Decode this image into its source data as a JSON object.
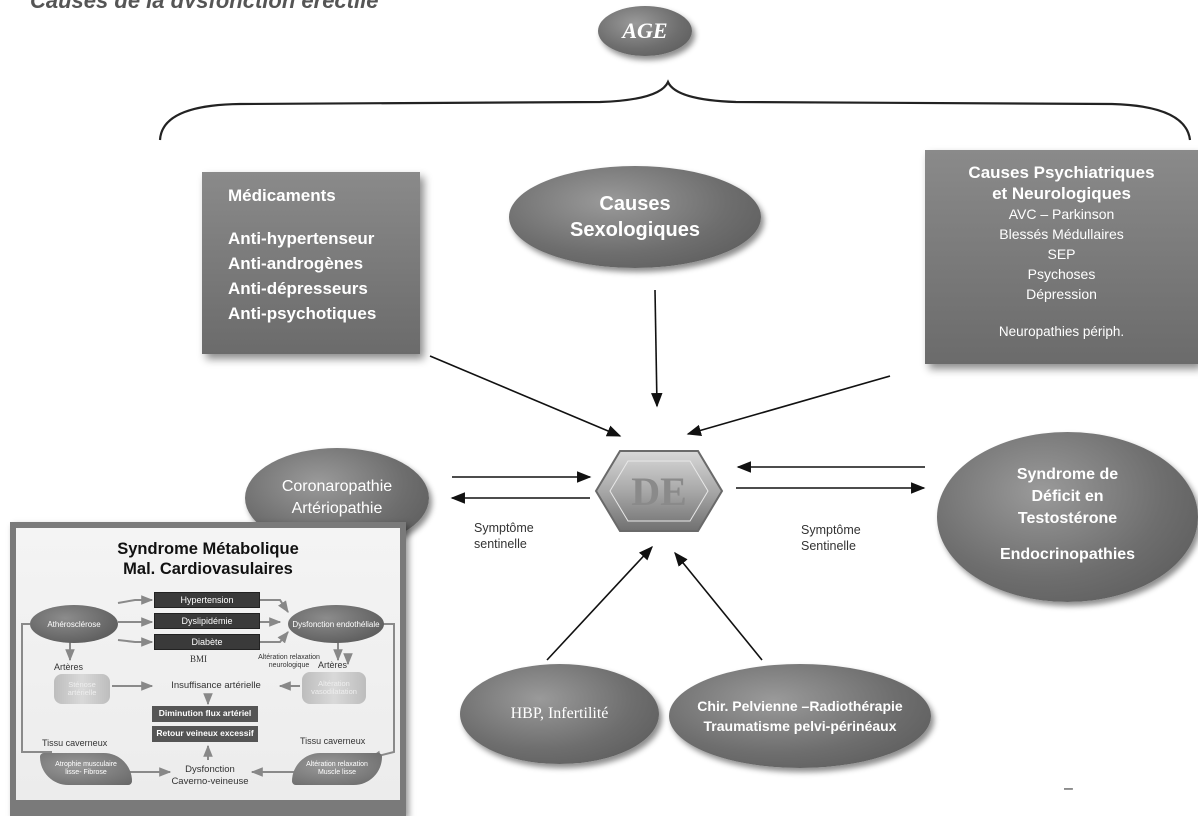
{
  "top_clipped_text": "Causes de la dysfonction érectile",
  "age": "AGE",
  "medicaments": {
    "title": "Médicaments",
    "items": [
      "Anti-hypertenseur",
      "Anti-androgènes",
      "Anti-dépresseurs",
      "Anti-psychotiques"
    ]
  },
  "sexologiques": [
    "Causes",
    "Sexologiques"
  ],
  "psychiatriques": {
    "title": [
      "Causes Psychiatriques",
      "et  Neurologiques"
    ],
    "items": [
      "AVC – Parkinson",
      "Blessés Médullaires",
      "SEP",
      "Psychoses",
      "Dépression"
    ],
    "last": "Neuropathies  périph."
  },
  "center": "DE",
  "coronaropathie": [
    "Coronaropathie",
    "Artériopathie"
  ],
  "syndrome_testo": [
    "Syndrome de",
    "Déficit en",
    "Testostérone"
  ],
  "endocrinopathies": "Endocrinopathies",
  "sentinel_left": [
    "Symptôme",
    "sentinelle"
  ],
  "sentinel_right": [
    "Symptôme",
    "Sentinelle"
  ],
  "hbp": "HBP, Infertilité",
  "chir": [
    "Chir. Pelvienne –Radiothérapie",
    "Traumatisme pelvi-périnéaux"
  ],
  "dash": "–",
  "metabolic": {
    "title1": "Syndrome Métabolique",
    "title2": "Mal. Cardiovasulaires",
    "athero": "Athérosclérose",
    "dysf_endo": "Dysfonction endothéliale",
    "bars": [
      "Hypertension",
      "Dyslipidémie",
      "Diabète"
    ],
    "bmi": "BMI",
    "alt_relax": [
      "Altération relaxation",
      "neurologique"
    ],
    "arteres_left": "Artères",
    "arteres_right": "Artères",
    "stenose": [
      "Sténose",
      "artérielle"
    ],
    "alt_vaso": [
      "Altération",
      "vasodilatation"
    ],
    "insuffisance": "Insuffisance artérielle",
    "diminution": "Diminution flux artériel",
    "retour": "Retour veineux excessif",
    "tissu_left": "Tissu caverneux",
    "tissu_right": "Tissu caverneux",
    "atrophie": [
      "Atrophie musculaire",
      "lisse- Fibrose"
    ],
    "alt_muscle": [
      "Altération relaxation",
      "Muscle lisse"
    ],
    "dysf_cav": [
      "Dysfonction",
      "Caverno-veineuse"
    ]
  }
}
